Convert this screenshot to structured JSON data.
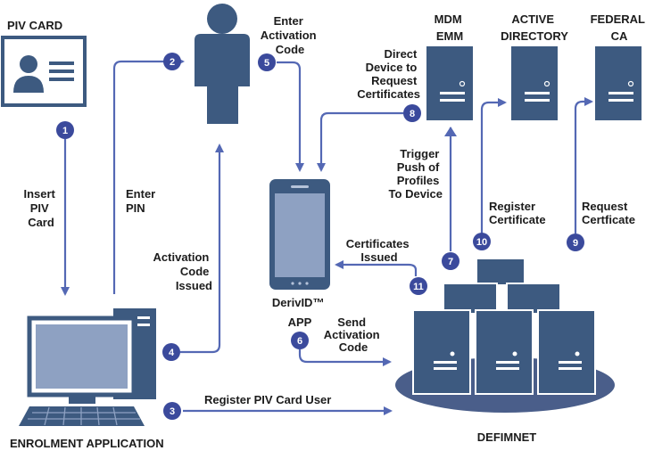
{
  "colors": {
    "dark": "#3d5a80",
    "arrow": "#5468b4",
    "badge": "#3b4a9c",
    "platform": "#4a5e8a"
  },
  "labels": {
    "piv_card": "PIV CARD",
    "insert_piv_card": [
      "Insert",
      "PIV",
      "Card"
    ],
    "enter_pin": [
      "Enter",
      "PIN"
    ],
    "activation_code_issued": [
      "Activation",
      "Code",
      "Issued"
    ],
    "enter_activation_code": [
      "Enter",
      "Activation",
      "Code"
    ],
    "mdm_emm": [
      "MDM",
      "EMM"
    ],
    "active_directory": [
      "ACTIVE",
      "DIRECTORY"
    ],
    "federal_ca": [
      "FEDERAL",
      "CA"
    ],
    "direct_device": [
      "Direct",
      "Device to",
      "Request",
      "Certificates"
    ],
    "trigger_push": [
      "Trigger",
      "Push of",
      "Profiles",
      "To Device"
    ],
    "register_certificate": [
      "Register",
      "Certificate"
    ],
    "request_certificate": [
      "Request",
      "Certficate"
    ],
    "certificates_issued": [
      "Certificates",
      "Issued"
    ],
    "derivid_app": [
      "DerivID™",
      "APP"
    ],
    "send_activation_code": [
      "Send",
      "Activation",
      "Code"
    ],
    "register_piv_card_user": "Register PIV Card User",
    "enrolment_application": "ENROLMENT APPLICATION",
    "defimnet": "DEFIMNET"
  },
  "steps": [
    "1",
    "2",
    "3",
    "4",
    "5",
    "6",
    "7",
    "8",
    "9",
    "10",
    "11"
  ],
  "icons": [
    "id-card-icon",
    "user-icon",
    "smartphone-icon",
    "desktop-computer-icon",
    "server-icon"
  ]
}
